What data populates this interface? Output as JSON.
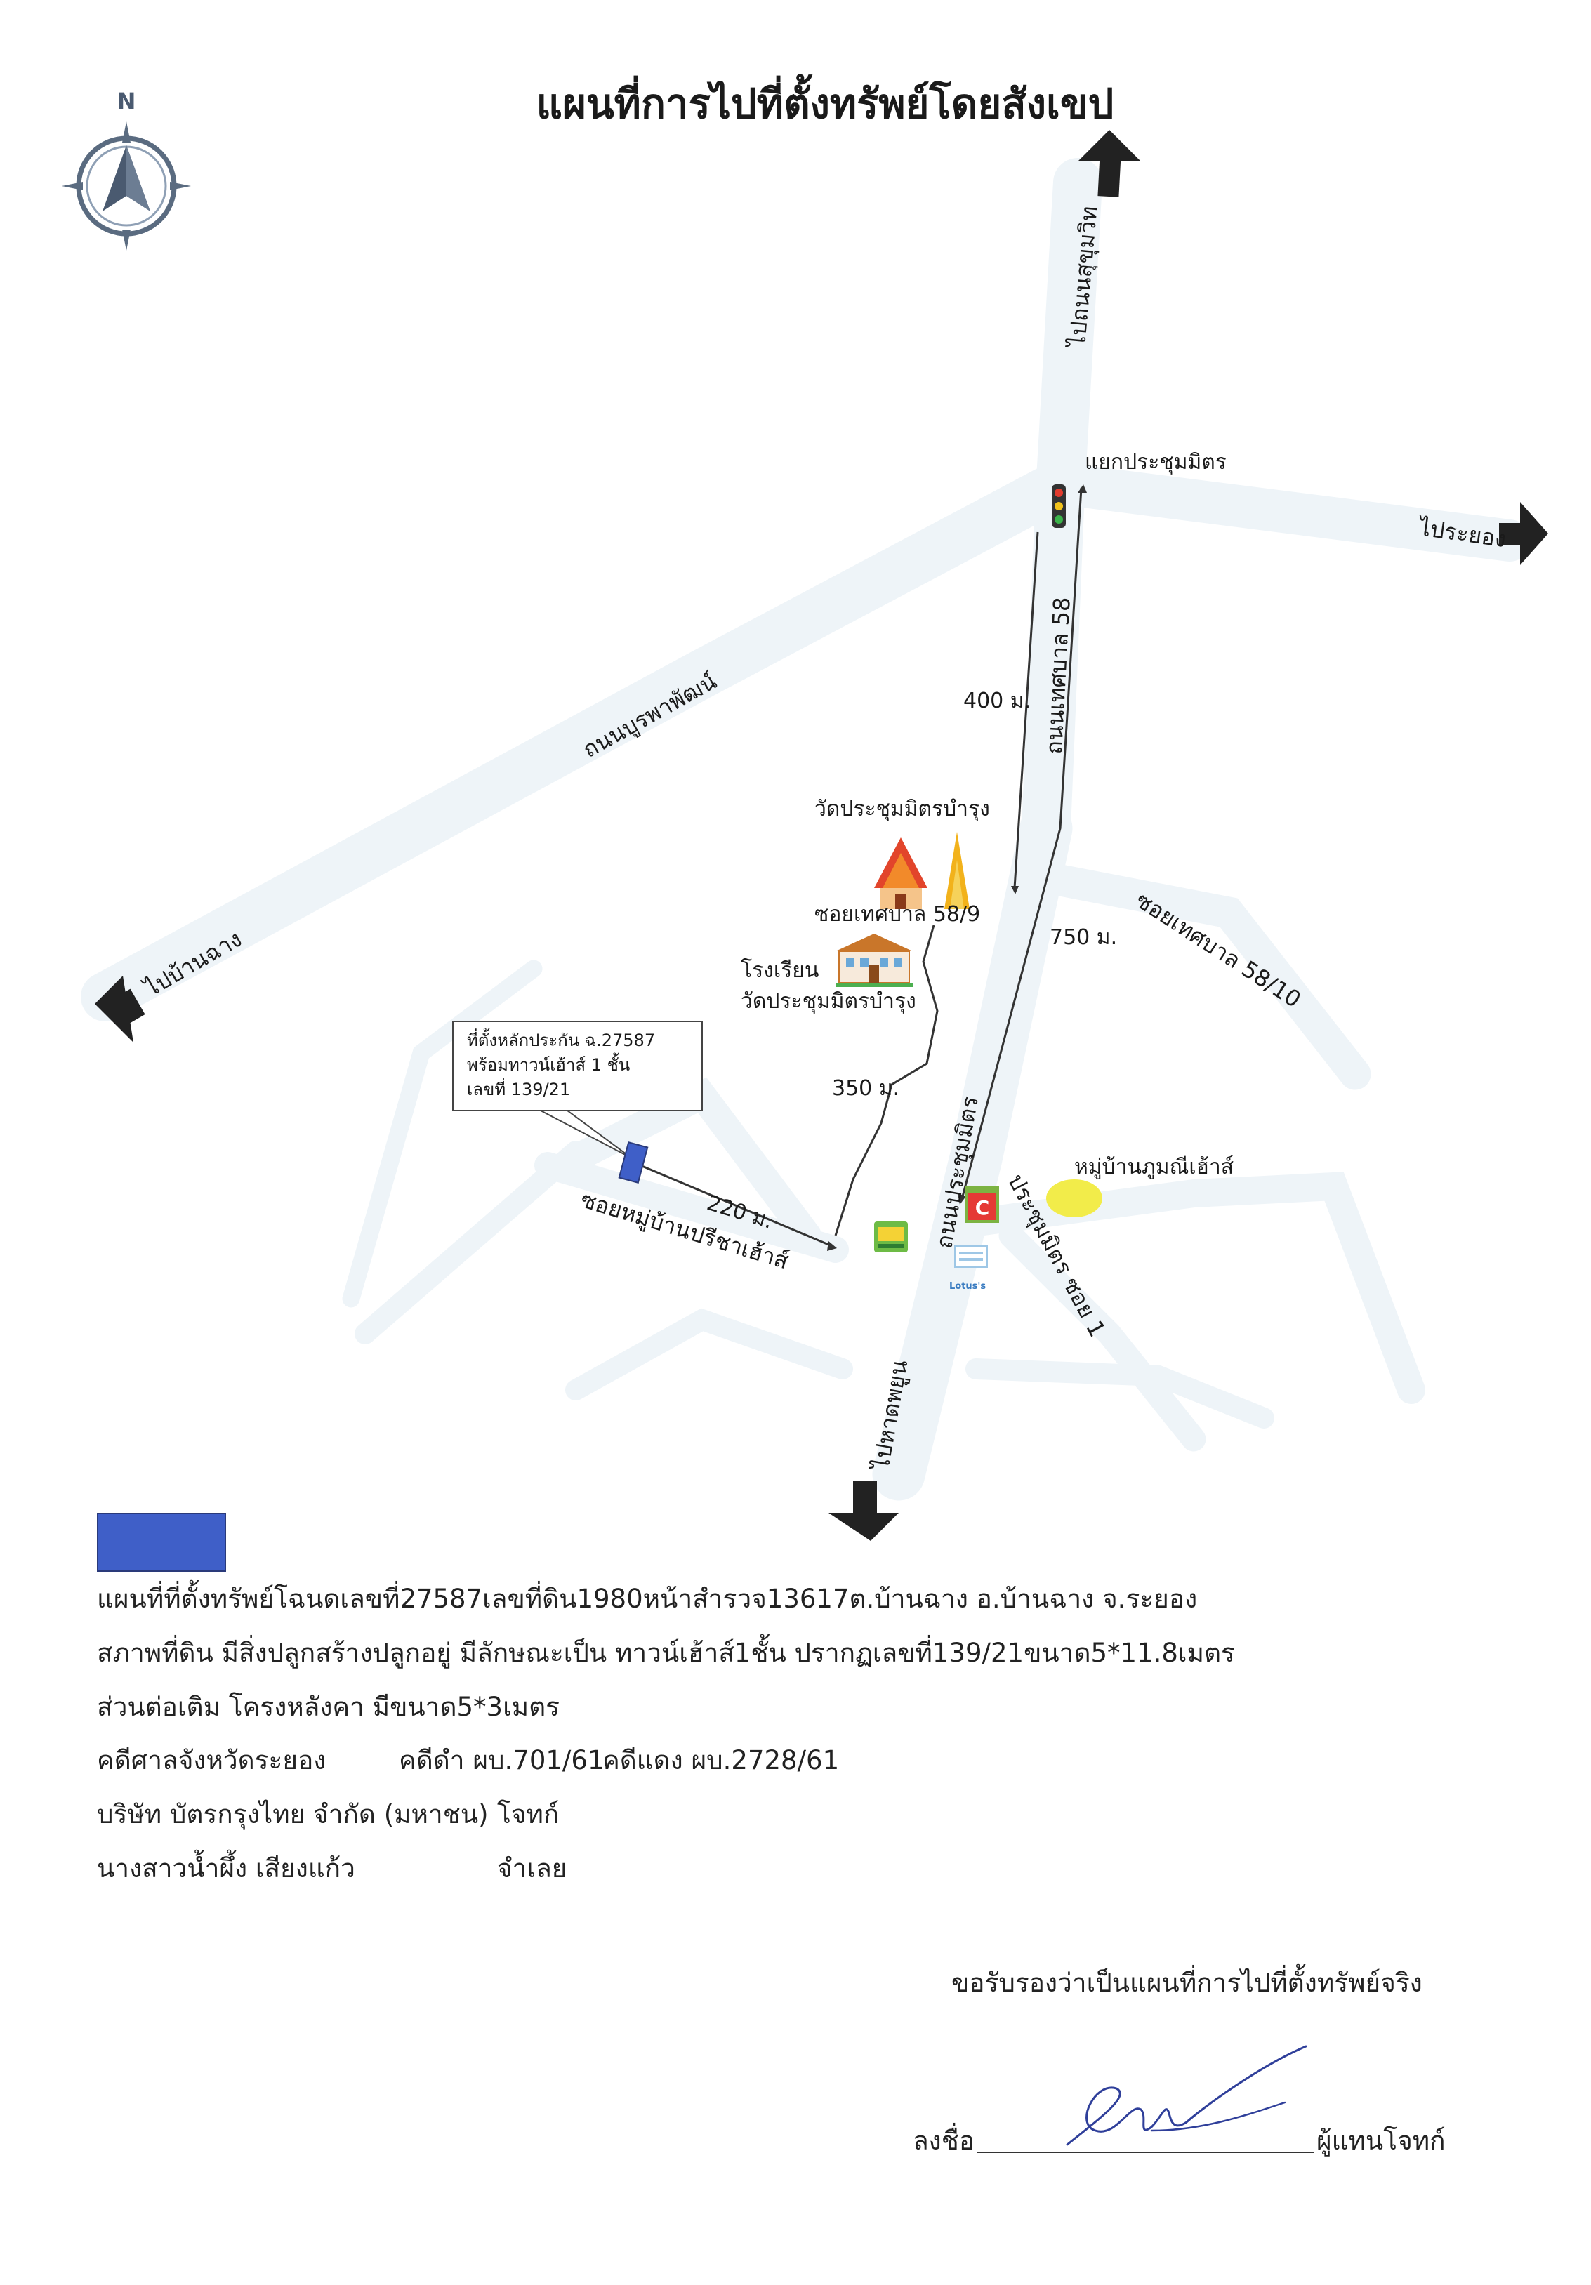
{
  "map": {
    "title": "แผนที่การไปที่ตั้งทรัพย์โดยสังเขป",
    "compass_letter": "N",
    "labels": {
      "to_sukhumvit": "ไปถนนสุขุมวิท",
      "prachumit_junction": "แยกประชุมมิตร",
      "to_rayong": "ไประยอง",
      "burapa_road": "ถนนบูรพาพัฒน์",
      "to_ban_chang": "ไปบ้านฉาง",
      "thesaban_58_road": "ถนนเทศบาล 58",
      "dist_400": "400 ม.",
      "dist_750": "750 ม.",
      "dist_350": "350 ม.",
      "dist_220": "220 ม.",
      "temple": "วัดประชุมมิตรบำรุง",
      "soi_58_9": "ซอยเทศบาล 58/9",
      "soi_58_10": "ซอยเทศบาล 58/10",
      "school_line1": "โรงเรียน",
      "school_line2": "วัดประชุมมิตรบำรุง",
      "collateral_line1": "ที่ตั้งหลักประกัน ฉ.27587",
      "collateral_line2": "พร้อมทาวน์เฮ้าส์ 1 ชั้น",
      "collateral_line3": "เลขที่ 139/21",
      "soi_preecha": "ซอยหมู่บ้านปรีชาเฮ้าส์",
      "prachumit_road": "ถนนประชุมมิตร",
      "prachumit_soi1": "ประชุมมิตร ซอย 1",
      "phumi_village": "หมู่บ้านภูมณีเฮ้าส์",
      "to_phayun": "ไปหาดพยูน",
      "lotus": "Lotus's"
    },
    "colors": {
      "faint_road": "#eef4f8",
      "collateral_marker": "#3f5fc8",
      "village_marker": "#f2ec4a",
      "route_line": "#333333",
      "arrow": "#222222"
    }
  },
  "info": {
    "line1": {
      "a": "แผนที่ที่ตั้งทรัพย์โฉนดเลขที่ ",
      "b": "27587",
      "c": " เลขที่ดิน ",
      "d": "1980",
      "e": " หน้าสำรวจ ",
      "f": "13617",
      "g": " ต.บ้านฉาง อ.บ้านฉาง จ.ระยอง"
    },
    "line2": {
      "a": "สภาพที่ดิน มีสิ่งปลูกสร้างปลูกอยู่ มีลักษณะเป็น ทาวน์เฮ้าส์ ",
      "b": "1",
      "c": " ชั้น ปรากฏเลขที่ ",
      "d": "139/21",
      "e": " ขนาด ",
      "f": "5*11.8",
      "g": " เมตร"
    },
    "line3": {
      "a": "ส่วนต่อเติม โครงหลังคา มีขนาด ",
      "b": "5*3",
      "c": " เมตร"
    },
    "line4": {
      "court": "คดีศาลจังหวัดระยอง",
      "black_case": "คดีดำ ผบ.701/61",
      "red_case": "คดีแดง ผบ.2728/61"
    },
    "line5": {
      "company": "บริษัท บัตรกรุงไทย จำกัด (มหาชน)",
      "role": "โจทก์"
    },
    "line6": {
      "person": "นางสาวน้ำผึ้ง เสียงแก้ว",
      "role": "จำเลย"
    }
  },
  "footer": {
    "certify": "ขอรับรองว่าเป็นแผนที่การไปที่ตั้งทรัพย์จริง",
    "sign_label": "ลงชื่อ",
    "sign_role": "ผู้แทนโจทก์"
  }
}
